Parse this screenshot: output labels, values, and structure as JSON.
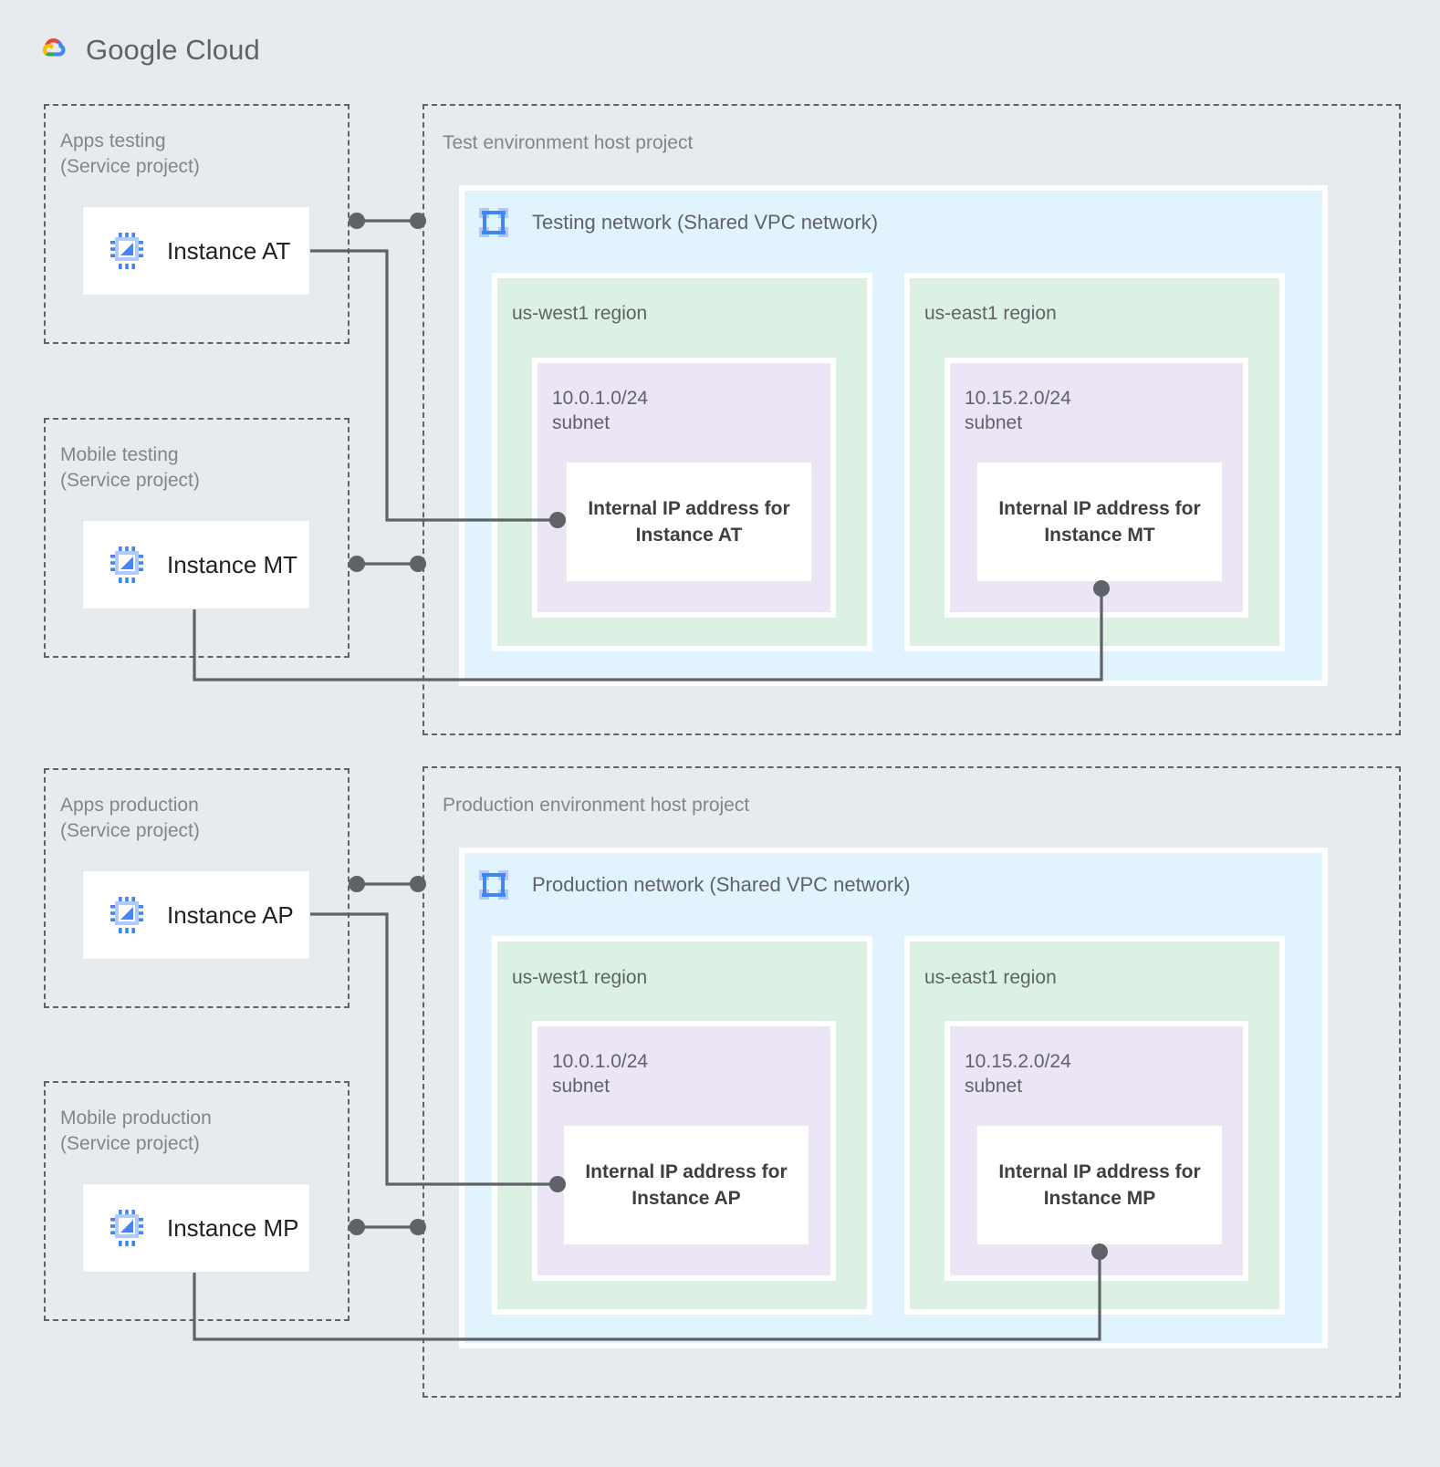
{
  "brand": {
    "name_bold": "Google",
    "name_light": " Cloud",
    "icon": "google-cloud-logo",
    "colors": {
      "red": "#EA4335",
      "yellow": "#FBBC04",
      "green": "#34A853",
      "blue": "#4285F4"
    }
  },
  "palette": {
    "page_bg": "#e8ebed",
    "vpc_bg": "#e1f3fd",
    "region_bg": "#dcf0e4",
    "subnet_bg": "#ece5f6",
    "card_bg": "#ffffff",
    "line": "#5f6368",
    "label_text": "#80868b",
    "bold_text": "#3c4043",
    "icon_blue": "#4285F4"
  },
  "service_projects": [
    {
      "id": "apps-testing",
      "title": "Apps testing\n(Service project)",
      "instance": {
        "label": "Instance AT",
        "icon": "vm-instance-icon"
      }
    },
    {
      "id": "mobile-testing",
      "title": "Mobile testing\n(Service project)",
      "instance": {
        "label": "Instance MT",
        "icon": "vm-instance-icon"
      }
    },
    {
      "id": "apps-production",
      "title": "Apps production\n(Service project)",
      "instance": {
        "label": "Instance AP",
        "icon": "vm-instance-icon"
      }
    },
    {
      "id": "mobile-production",
      "title": "Mobile production\n(Service project)",
      "instance": {
        "label": "Instance MP",
        "icon": "vm-instance-icon"
      }
    }
  ],
  "host_projects": [
    {
      "id": "test-env",
      "title": "Test environment host project",
      "network": {
        "title": "Testing network (Shared VPC network)",
        "icon": "vpc-network-icon"
      },
      "regions": [
        {
          "id": "test-us-west1",
          "label": "us-west1 region",
          "subnet": {
            "label": "10.0.1.0/24\nsubnet",
            "ip_card": "Internal IP address for\nInstance AT"
          }
        },
        {
          "id": "test-us-east1",
          "label": "us-east1 region",
          "subnet": {
            "label": "10.15.2.0/24\nsubnet",
            "ip_card": "Internal IP address for\nInstance MT"
          }
        }
      ]
    },
    {
      "id": "prod-env",
      "title": "Production environment host project",
      "network": {
        "title": "Production network (Shared VPC network)",
        "icon": "vpc-network-icon"
      },
      "regions": [
        {
          "id": "prod-us-west1",
          "label": "us-west1 region",
          "subnet": {
            "label": "10.0.1.0/24\nsubnet",
            "ip_card": "Internal IP address for\nInstance AP"
          }
        },
        {
          "id": "prod-us-east1",
          "label": "us-east1 region",
          "subnet": {
            "label": "10.15.2.0/24\nsubnet",
            "ip_card": "Internal IP address for\nInstance MP"
          }
        }
      ]
    }
  ],
  "connectors": [
    {
      "id": "at-attach",
      "type": "dumbbell"
    },
    {
      "id": "at-to-ip",
      "type": "elbow"
    },
    {
      "id": "mt-attach",
      "type": "dumbbell"
    },
    {
      "id": "mt-to-ip",
      "type": "elbow"
    },
    {
      "id": "ap-attach",
      "type": "dumbbell"
    },
    {
      "id": "ap-to-ip",
      "type": "elbow"
    },
    {
      "id": "mp-attach",
      "type": "dumbbell"
    },
    {
      "id": "mp-to-ip",
      "type": "elbow"
    }
  ]
}
